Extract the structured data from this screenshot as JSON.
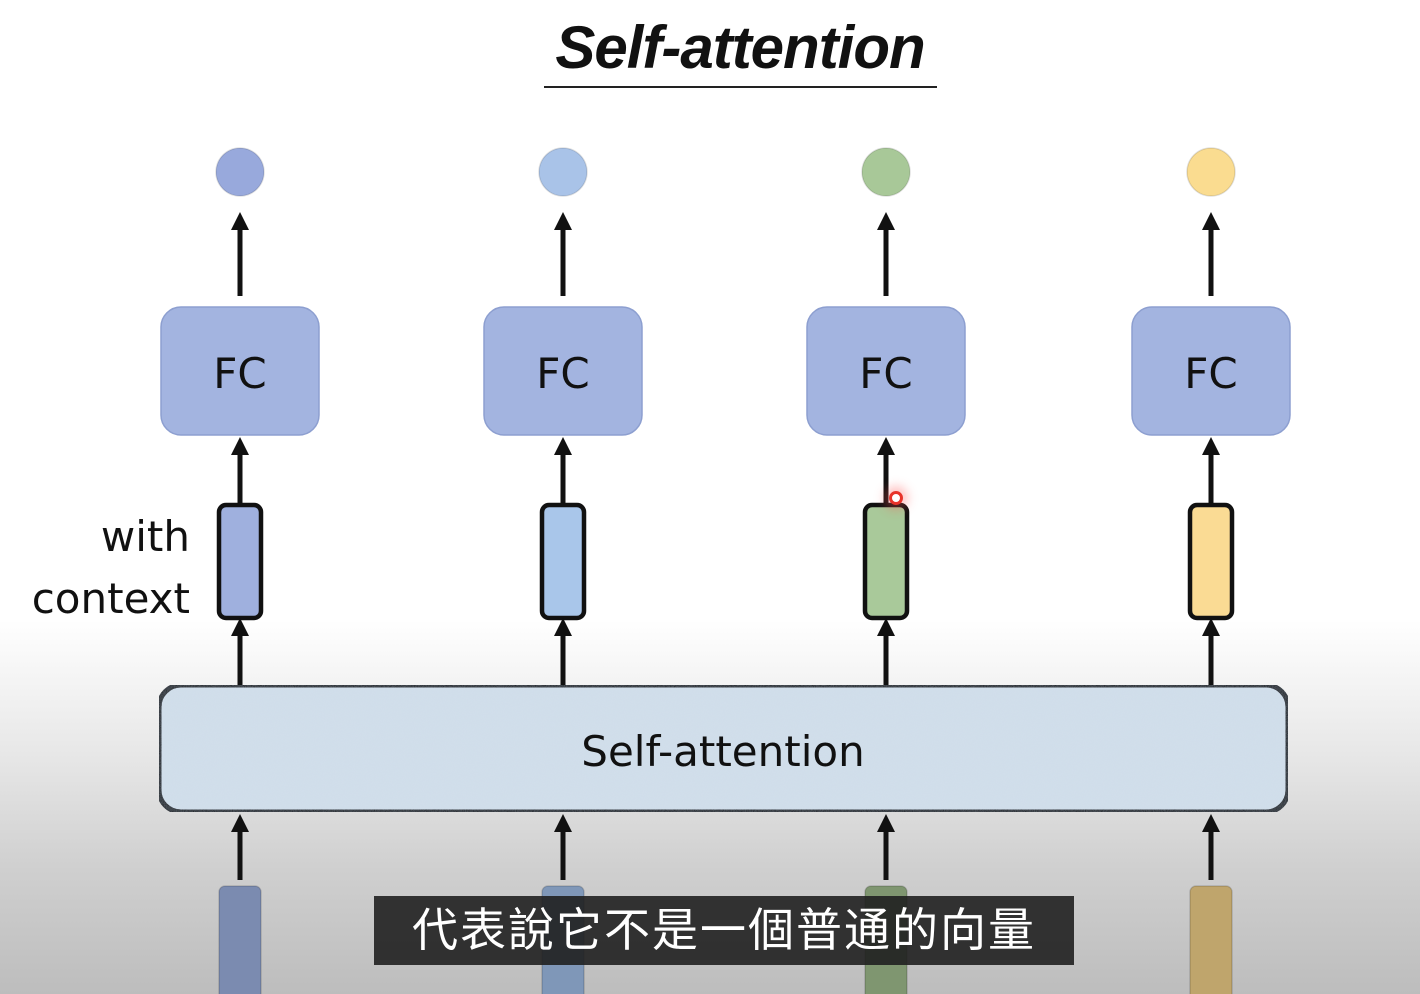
{
  "slide": {
    "title": "Self-attention",
    "context_label_line1": "with",
    "context_label_line2": "context",
    "self_attention_block_label": "Self-attention",
    "columns": [
      {
        "id": "col-1",
        "fc_label": "FC",
        "output_color": "#98a9dc",
        "context_vector_color": "#9fb0de",
        "input_vector_color": "#7b8bb0"
      },
      {
        "id": "col-2",
        "fc_label": "FC",
        "output_color": "#a9c3e8",
        "context_vector_color": "#a9c6ea",
        "input_vector_color": "#7f97b8"
      },
      {
        "id": "col-3",
        "fc_label": "FC",
        "output_color": "#a8c898",
        "context_vector_color": "#a9c99a",
        "input_vector_color": "#7f9670"
      },
      {
        "id": "col-4",
        "fc_label": "FC",
        "output_color": "#fadc90",
        "context_vector_color": "#fadb94",
        "input_vector_color": "#bfa56c"
      }
    ],
    "fc_box_color": "#a3b4e0",
    "self_attention_block_color": "#d2dfeb"
  },
  "subtitle": {
    "text": "代表說它不是一個普通的向量"
  }
}
